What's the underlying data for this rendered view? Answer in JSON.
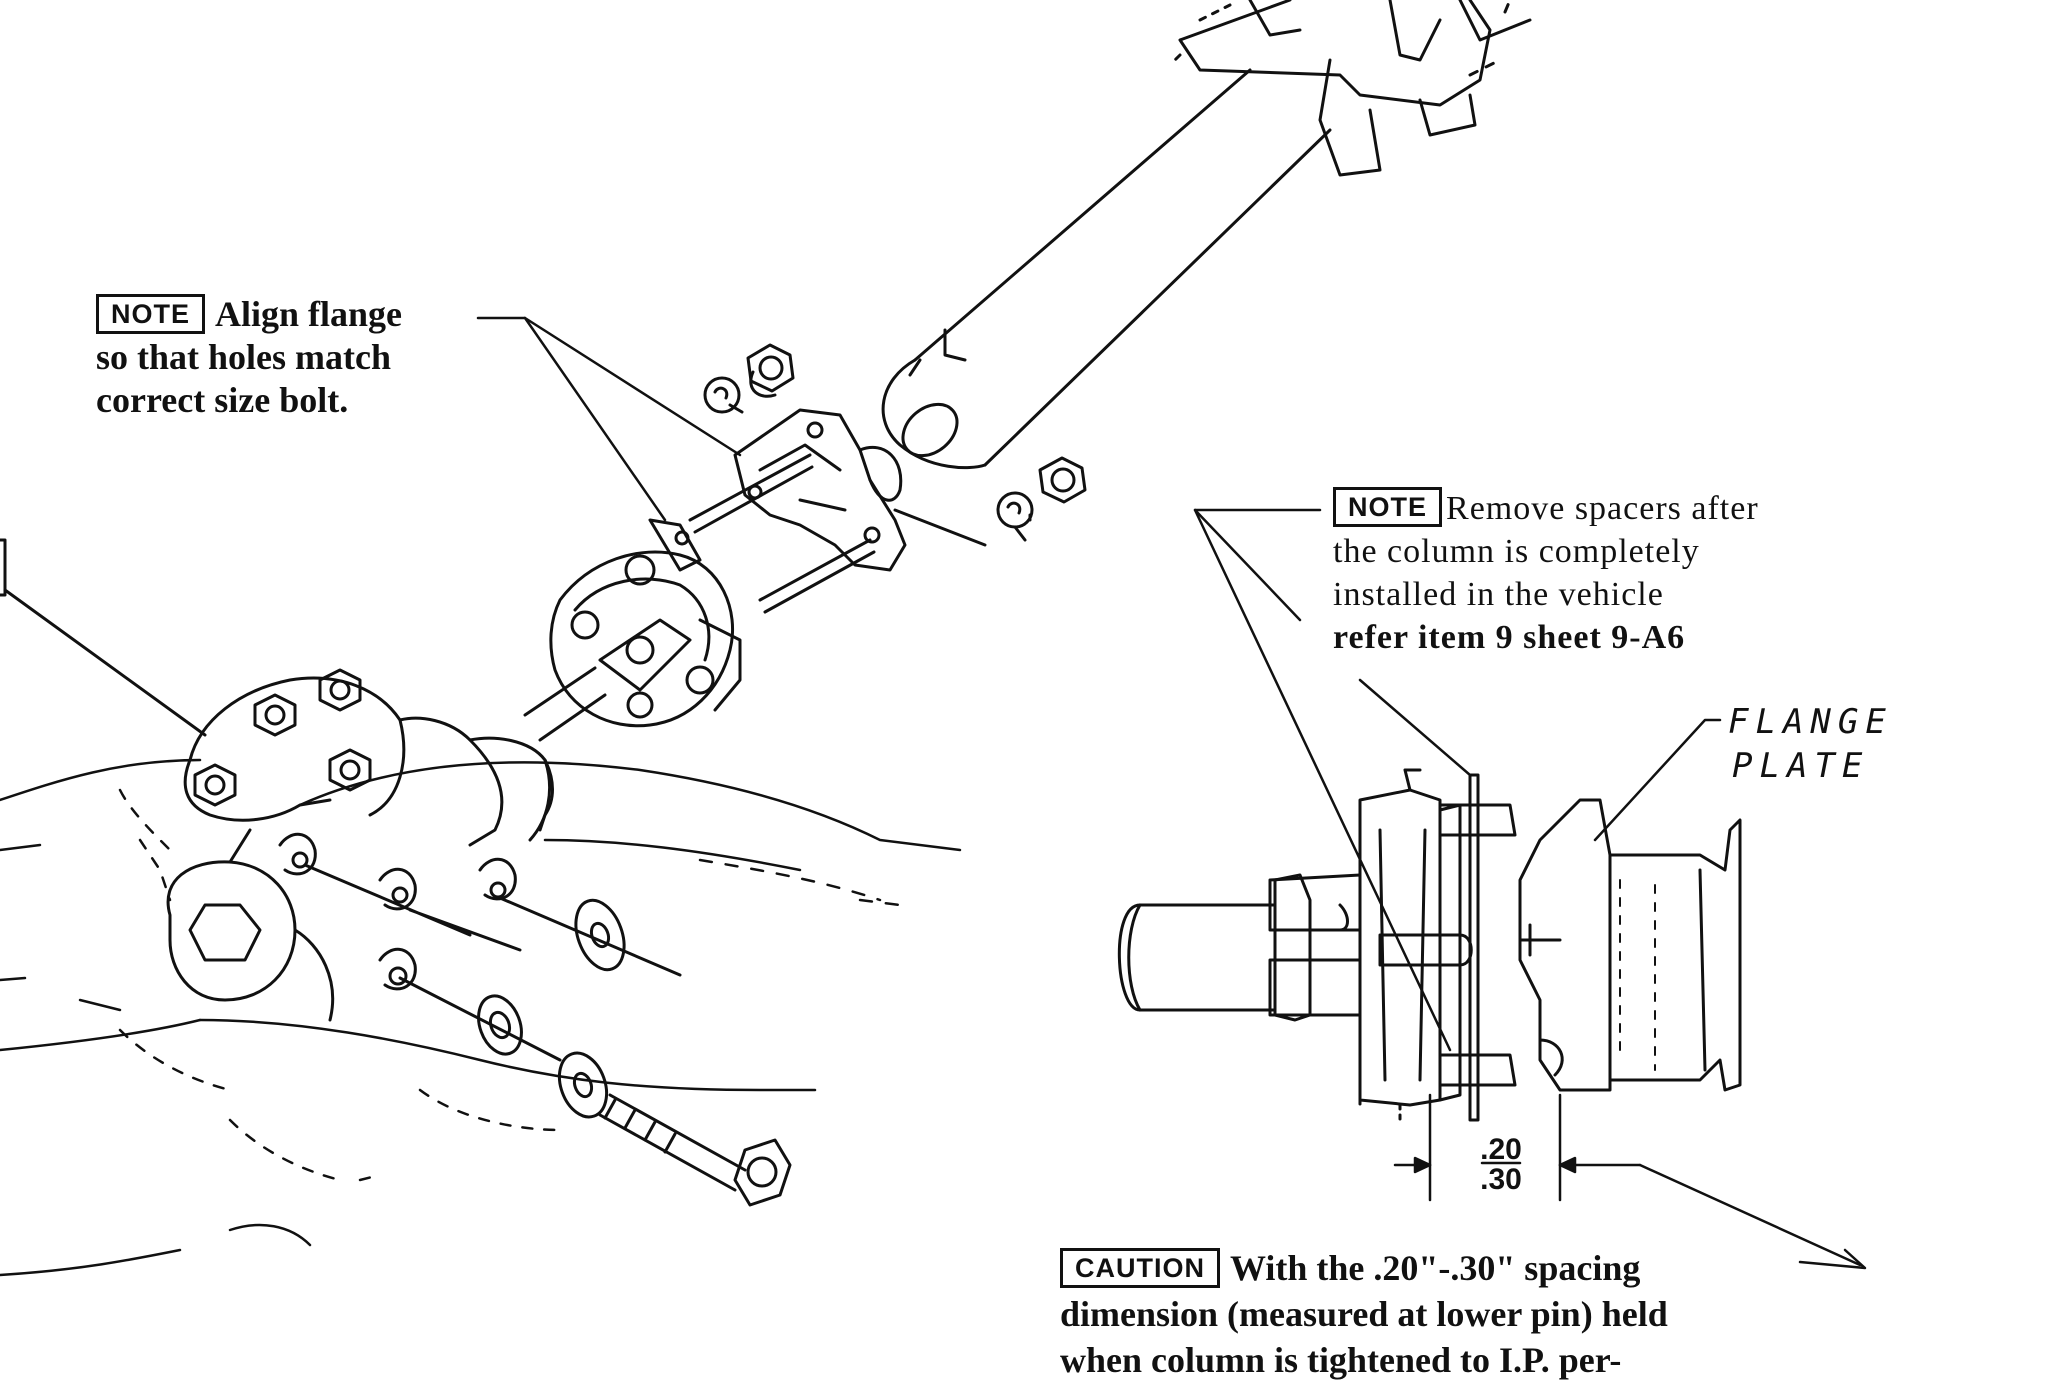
{
  "note1": {
    "tag": "NOTE",
    "lines": [
      "Align flange",
      "so that holes match",
      "correct size bolt."
    ]
  },
  "note2": {
    "tag": "NOTE",
    "lines": [
      "Remove spacers after",
      "the column is completely",
      "installed in the vehicle",
      "refer item 9 sheet 9-A6"
    ]
  },
  "flange_plate": {
    "line1": "FLANGE",
    "line2": "PLATE"
  },
  "dimension": {
    "top": ".20",
    "bottom": ".30"
  },
  "caution": {
    "tag": "CAUTION",
    "lines": [
      "With the .20\"-.30\" spacing",
      "dimension (measured at lower pin) held",
      "when column is tightened to I.P. per-"
    ]
  },
  "colors": {
    "ink": "#111111",
    "paper": "#ffffff"
  }
}
